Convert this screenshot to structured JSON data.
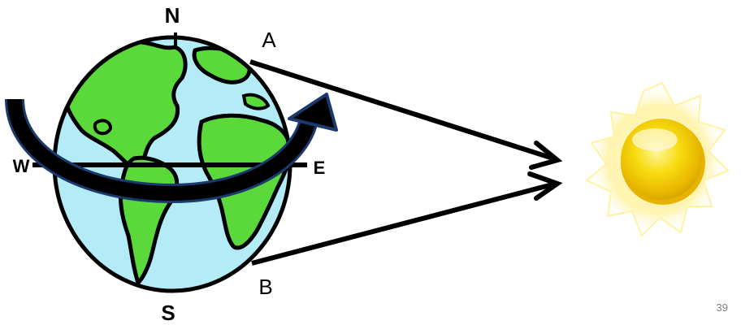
{
  "diagram": {
    "labels": {
      "north": "N",
      "south": "S",
      "west": "W",
      "east": "E",
      "point_a": "A",
      "point_b": "B"
    },
    "slide_number": "39",
    "icons": {
      "globe": "earth-globe-icon",
      "rotation": "curved-rotation-arrow-icon",
      "sun": "sun-icon"
    },
    "colors": {
      "ocean": "#b3ecf7",
      "land": "#5bd93a",
      "outline": "#000000",
      "sun_core": "#f4d400",
      "sun_rays": "#fff4a8"
    }
  }
}
